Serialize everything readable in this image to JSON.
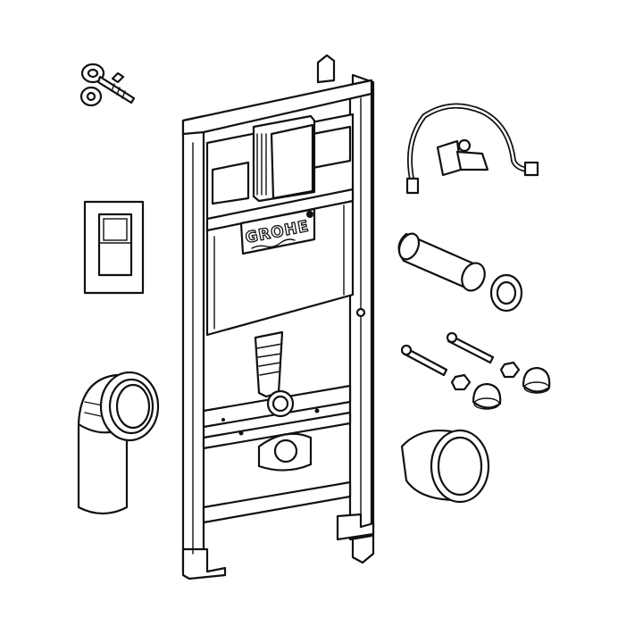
{
  "diagram": {
    "brand_logo_text": "GROHE",
    "components": [
      "wall-anchor",
      "flush-plate",
      "installation-frame",
      "cistern",
      "water-supply-hose",
      "flush-pipe",
      "pipe-seal-ring",
      "mounting-bolts",
      "nuts",
      "bolt-caps",
      "drain-elbow",
      "connector-sleeve"
    ]
  }
}
